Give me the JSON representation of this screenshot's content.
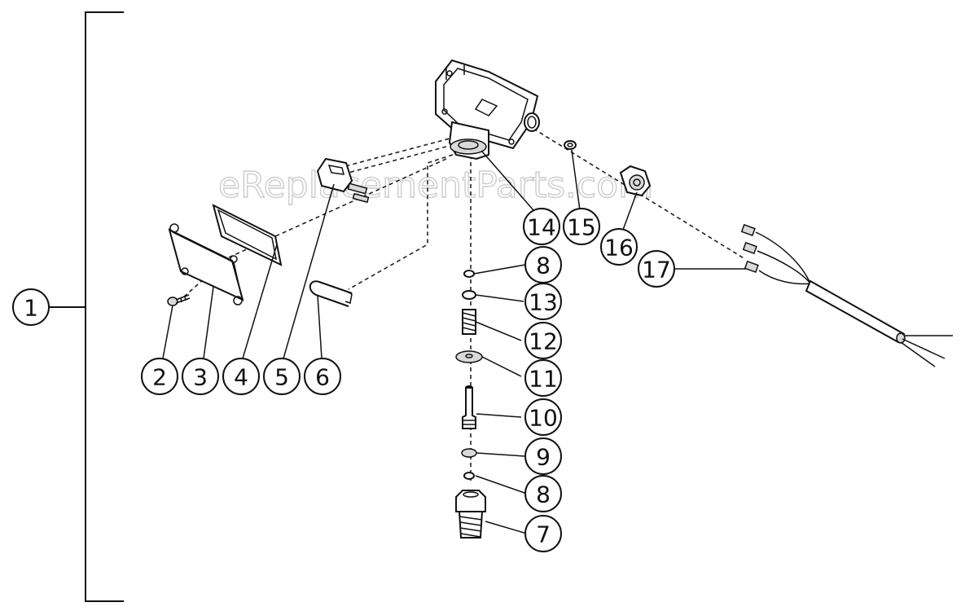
{
  "watermark": "eReplacementParts.com",
  "callouts": [
    {
      "id": "callout-1",
      "label": "1"
    },
    {
      "id": "callout-2",
      "label": "2"
    },
    {
      "id": "callout-3",
      "label": "3"
    },
    {
      "id": "callout-4",
      "label": "4"
    },
    {
      "id": "callout-5",
      "label": "5"
    },
    {
      "id": "callout-6",
      "label": "6"
    },
    {
      "id": "callout-7",
      "label": "7"
    },
    {
      "id": "callout-8-upper",
      "label": "8"
    },
    {
      "id": "callout-8-lower",
      "label": "8"
    },
    {
      "id": "callout-9",
      "label": "9"
    },
    {
      "id": "callout-10",
      "label": "10"
    },
    {
      "id": "callout-11",
      "label": "11"
    },
    {
      "id": "callout-12",
      "label": "12"
    },
    {
      "id": "callout-13",
      "label": "13"
    },
    {
      "id": "callout-14",
      "label": "14"
    },
    {
      "id": "callout-15",
      "label": "15"
    },
    {
      "id": "callout-16",
      "label": "16"
    },
    {
      "id": "callout-17",
      "label": "17"
    }
  ]
}
